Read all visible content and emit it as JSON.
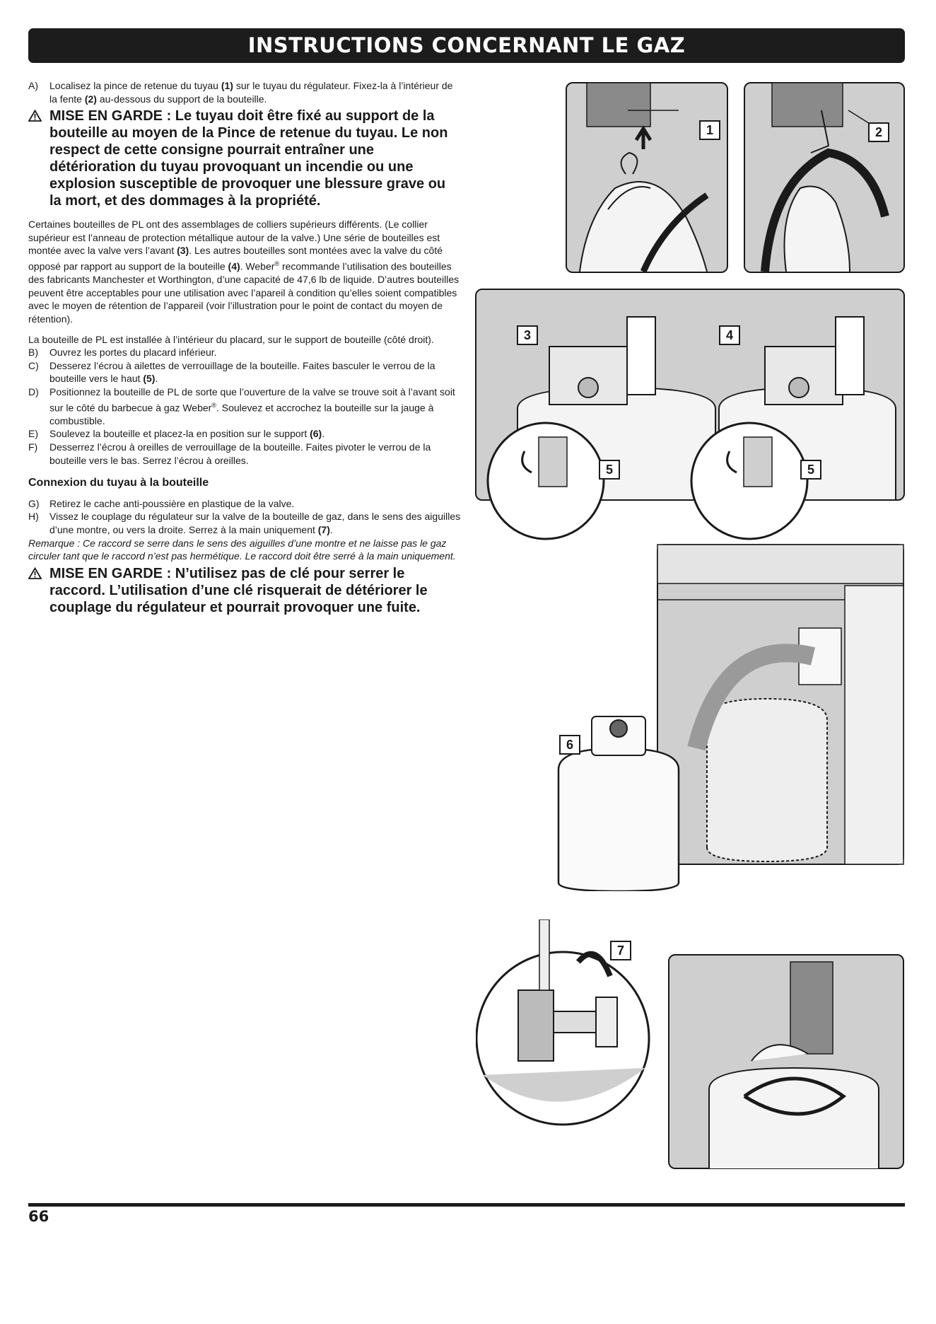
{
  "header": {
    "title": "INSTRUCTIONS CONCERNANT LE GAZ"
  },
  "steps": {
    "a": {
      "letter": "A)",
      "t1": "Localisez la pince de retenue du tuyau ",
      "b1": "(1)",
      "t2": " sur le tuyau du régulateur. Fixez-la à l’intérieur de la fente ",
      "b2": "(2)",
      "t3": " au-dessous du support de la bouteille."
    },
    "b": {
      "letter": "B)",
      "text": "Ouvrez les portes du placard inférieur."
    },
    "c": {
      "letter": "C)",
      "t1": "Desserez l’écrou à ailettes de verrouillage de la bouteille. Faites basculer le verrou de la bouteille vers le haut ",
      "b1": "(5)",
      "t2": "."
    },
    "d": {
      "letter": "D)",
      "t1": "Positionnez la bouteille de PL de sorte que l’ouverture de la valve se trouve soit à l’avant soit sur le côté du barbecue à gaz Weber",
      "sup": "®",
      "t2": ". Soulevez et accrochez la bouteille sur la jauge à combustible."
    },
    "e": {
      "letter": "E)",
      "t1": "Soulevez la bouteille et placez-la en position sur le support ",
      "b1": "(6)",
      "t2": "."
    },
    "f": {
      "letter": "F)",
      "text": "Desserrez l’écrou à oreilles de verrouillage de la bouteille. Faites pivoter le verrou de la bouteille vers le bas. Serrez l’écrou à oreilles."
    },
    "g": {
      "letter": "G)",
      "text": "Retirez le cache anti-poussière en plastique de la valve."
    },
    "h": {
      "letter": "H)",
      "t1": "Vissez le couplage du régulateur sur la valve de la bouteille de gaz, dans le sens des aiguilles d’une montre, ou vers la droite. Serrez à la main uniquement ",
      "b1": "(7)",
      "t2": "."
    }
  },
  "warning1": "MISE EN GARDE : Le tuyau doit être fixé au support de la bouteille au moyen de la Pince de retenue du tuyau. Le non respect de cette consigne pourrait entraîner une détérioration du tuyau provoquant un incendie ou une explosion susceptible de provoquer une blessure grave ou la mort, et des dommages à la propriété.",
  "para1": {
    "t1": "Certaines bouteilles de PL ont des assemblages de colliers supérieurs différents. (Le collier supérieur est l’anneau de protection métallique autour de la valve.) Une série de bouteilles est montée avec la valve vers l’avant ",
    "b1": "(3)",
    "t2": ". Les autres bouteilles sont montées avec la valve du côté opposé par rapport au support de la bouteille ",
    "b2": "(4)",
    "t3": ". Weber",
    "sup": "®",
    "t4": " recommande l’utilisation des bouteilles des fabricants Manchester et Worthington, d’une capacité de 47,6 lb de liquide. D’autres bouteilles peuvent être acceptables pour une utilisation avec l’apareil à condition qu’elles soient compatibles avec le moyen de rétention de l’appareil (voir l’illustration pour le point de contact du moyen de rétention)."
  },
  "para2": "La bouteille de PL est installée à l’intérieur du placard, sur le support de bouteille (côté droit).",
  "subheading": "Connexion du tuyau à la bouteille",
  "note": "Remarque : Ce raccord se serre dans le sens des aiguilles d’une montre et ne laisse pas le gaz circuler tant que le raccord n’est pas hermétique. Le raccord doit être serré à la main uniquement.",
  "warning2": "MISE EN GARDE : N’utilisez pas de clé pour serrer le raccord. L’utilisation d’une clé risquerait de détériorer le couplage du régulateur et pourrait provoquer une fuite.",
  "callouts": [
    "1",
    "2",
    "3",
    "4",
    "5",
    "5",
    "6",
    "7"
  ],
  "footer": {
    "page_number": "66"
  }
}
